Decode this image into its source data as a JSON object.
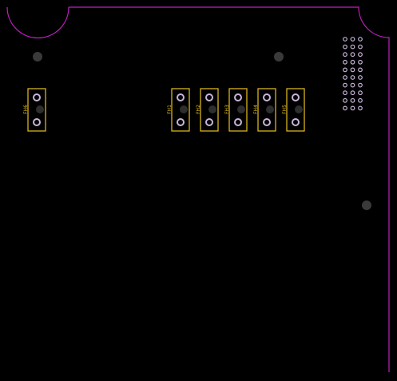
{
  "board": {
    "background_color": "#000000",
    "outline_color": "#c020c0",
    "silkscreen_color": "#e8c020",
    "pad_ring_color": "#c8b4d8",
    "mounting_hole_color": "#3a3a3a"
  },
  "headers": [
    {
      "ref": "FH6"
    },
    {
      "ref": "FH1"
    },
    {
      "ref": "FH2"
    },
    {
      "ref": "FH3"
    },
    {
      "ref": "FH4"
    },
    {
      "ref": "FH5"
    }
  ],
  "connector": {
    "type": "pin-header-grid",
    "columns": 3,
    "rows": 10
  },
  "mounting_holes": {
    "count": 3
  }
}
